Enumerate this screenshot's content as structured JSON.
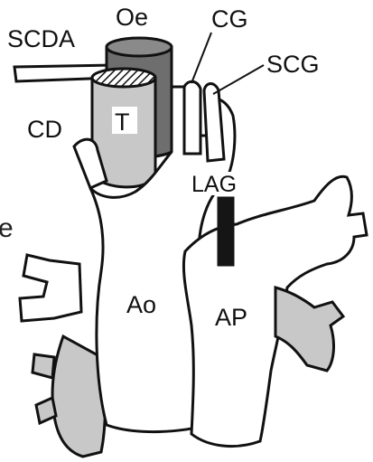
{
  "labels": {
    "scda": "SCDA",
    "oe": "Oe",
    "cg": "CG",
    "scg": "SCG",
    "cd": "CD",
    "t": "T",
    "lag": "LAG",
    "ao": "Ao",
    "ap": "AP",
    "edge_fragment": "e"
  },
  "colors": {
    "outline": "#111111",
    "gray_fill": "#c8c8c8",
    "dark_gray_fill": "#6e6e6e",
    "ligament": "#151515",
    "background": "#ffffff"
  }
}
